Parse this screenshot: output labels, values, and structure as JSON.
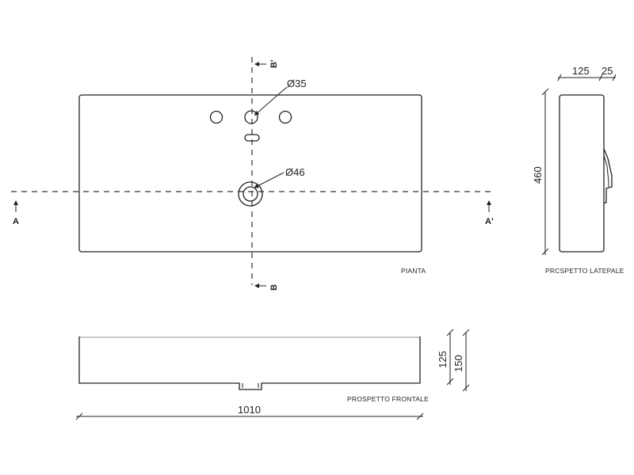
{
  "views": {
    "plan": {
      "caption": "PIANTA"
    },
    "side": {
      "caption": "PRCSPETTO LATEPALE"
    },
    "front": {
      "caption": "PROSPETTO FRONTALE"
    }
  },
  "dimensions": {
    "hole_small": "Ø35",
    "hole_drain": "Ø46",
    "width_total": "1010",
    "depth": "460",
    "side_top_a": "125",
    "side_top_b": "25",
    "height_inner": "125",
    "height_outer": "150"
  },
  "section_marks": {
    "a_left": "A",
    "a_right": "A'",
    "b_top": "B'",
    "b_bottom": "B"
  }
}
